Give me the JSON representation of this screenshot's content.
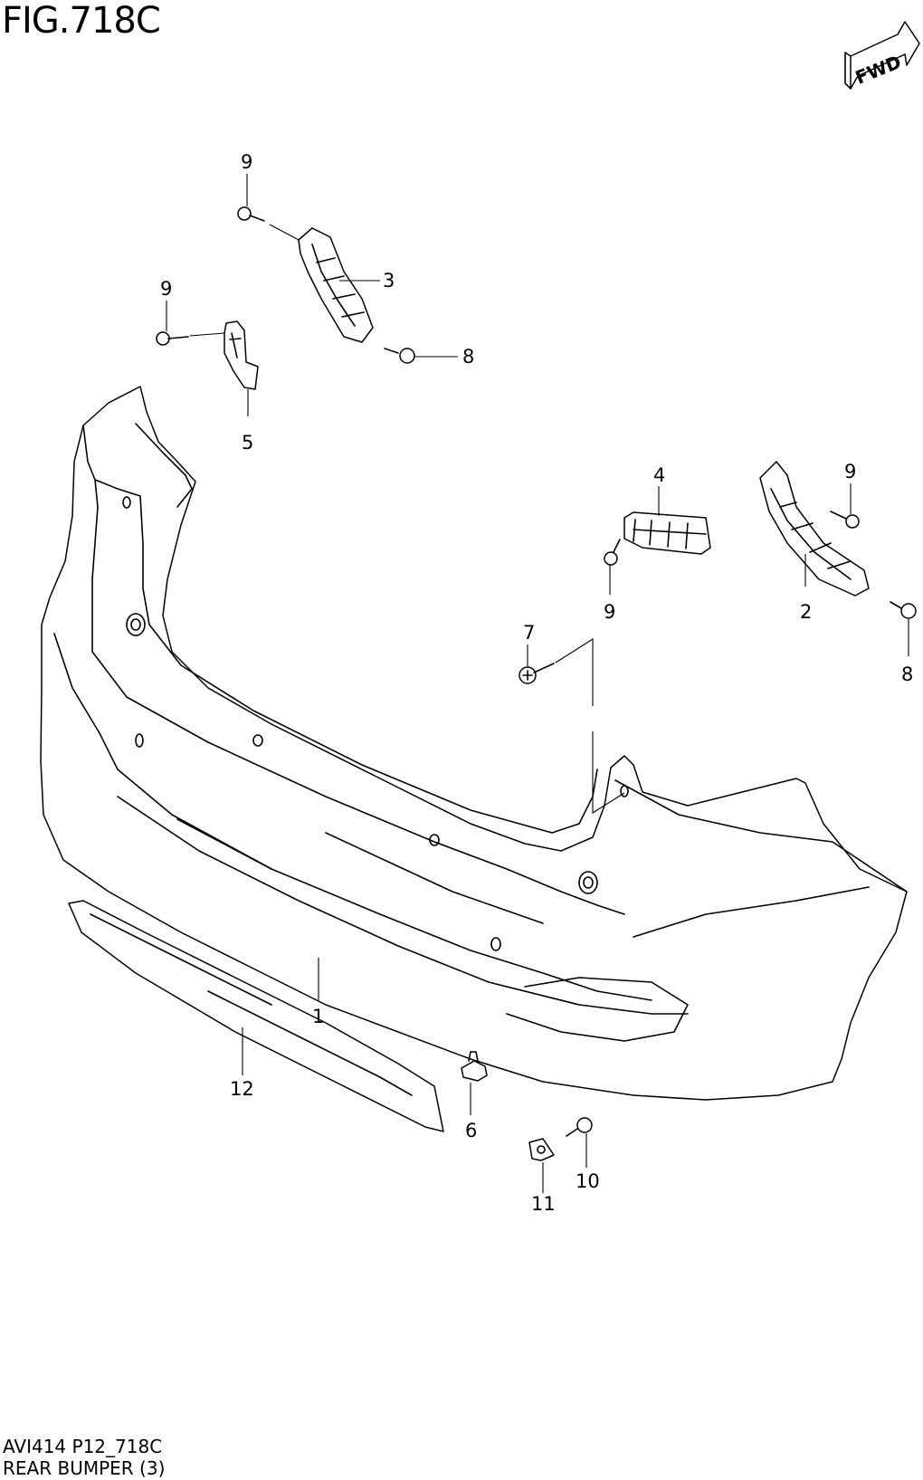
{
  "figure": {
    "title": "FIG.718C",
    "code": "AVI414 P12_718C",
    "name": "REAR BUMPER (3)"
  },
  "direction_badge": {
    "text": "FWD",
    "icon": "fwd-arrow-icon"
  },
  "callouts": [
    {
      "id": "c1",
      "label": "1",
      "part": "bumper-cover"
    },
    {
      "id": "c2",
      "label": "2",
      "part": "right-side-bracket"
    },
    {
      "id": "c3",
      "label": "3",
      "part": "left-side-bracket"
    },
    {
      "id": "c4",
      "label": "4",
      "part": "center-bracket"
    },
    {
      "id": "c5",
      "label": "5",
      "part": "small-bracket"
    },
    {
      "id": "c6",
      "label": "6",
      "part": "push-clip"
    },
    {
      "id": "c7",
      "label": "7",
      "part": "bolt"
    },
    {
      "id": "c8a",
      "label": "8",
      "part": "screw"
    },
    {
      "id": "c8b",
      "label": "8",
      "part": "screw"
    },
    {
      "id": "c9a",
      "label": "9",
      "part": "screw"
    },
    {
      "id": "c9b",
      "label": "9",
      "part": "screw"
    },
    {
      "id": "c9c",
      "label": "9",
      "part": "screw"
    },
    {
      "id": "c9d",
      "label": "9",
      "part": "screw"
    },
    {
      "id": "c10",
      "label": "10",
      "part": "screw"
    },
    {
      "id": "c11",
      "label": "11",
      "part": "clip-nut"
    },
    {
      "id": "c12",
      "label": "12",
      "part": "lower-molding"
    }
  ]
}
